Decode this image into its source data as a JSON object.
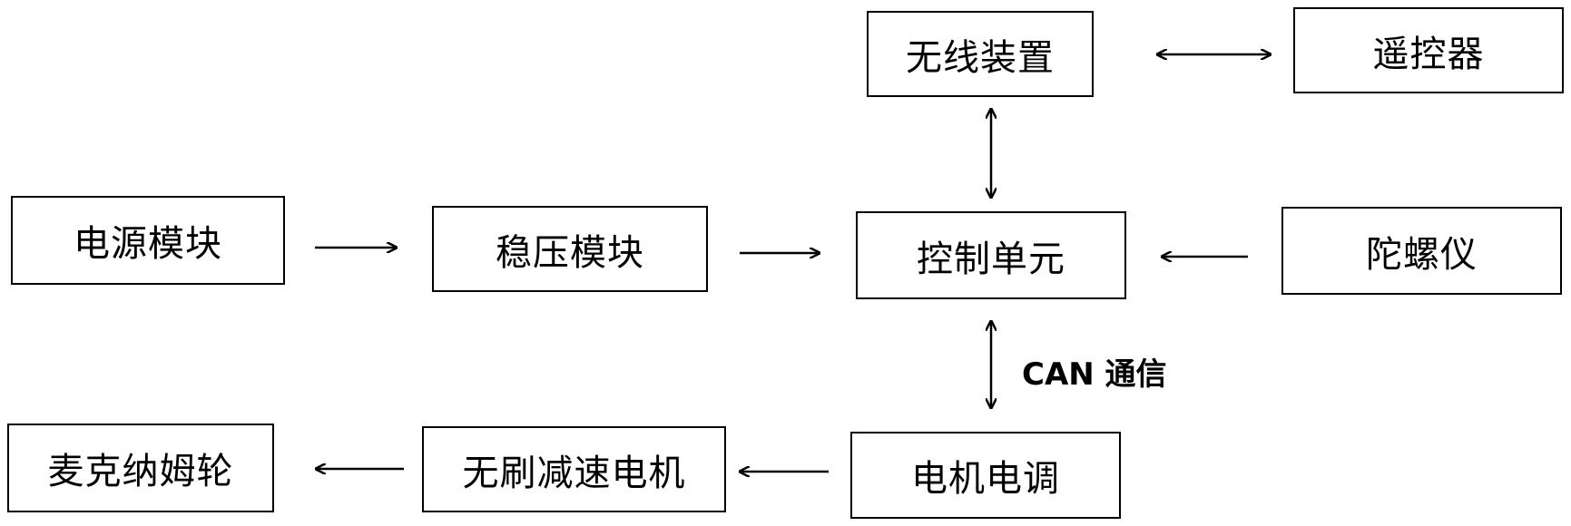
{
  "nodes": {
    "wireless": {
      "label": "无线装置"
    },
    "remote": {
      "label": "遥控器"
    },
    "power": {
      "label": "电源模块"
    },
    "regulator": {
      "label": "稳压模块"
    },
    "control": {
      "label": "控制单元"
    },
    "gyro": {
      "label": "陀螺仪"
    },
    "mecanum": {
      "label": "麦克纳姆轮"
    },
    "motor": {
      "label": "无刷减速电机"
    },
    "esc": {
      "label": "电机电调"
    }
  },
  "edges": {
    "wireless_remote": {
      "from": "无线装置",
      "to": "遥控器",
      "direction": "bidirectional"
    },
    "wireless_control": {
      "from": "无线装置",
      "to": "控制单元",
      "direction": "bidirectional"
    },
    "power_regulator": {
      "from": "电源模块",
      "to": "稳压模块",
      "direction": "forward"
    },
    "regulator_control": {
      "from": "稳压模块",
      "to": "控制单元",
      "direction": "forward"
    },
    "gyro_control": {
      "from": "陀螺仪",
      "to": "控制单元",
      "direction": "forward"
    },
    "control_esc": {
      "from": "控制单元",
      "to": "电机电调",
      "direction": "bidirectional",
      "label": "CAN 通信"
    },
    "esc_motor": {
      "from": "电机电调",
      "to": "无刷减速电机",
      "direction": "forward"
    },
    "motor_mecanum": {
      "from": "无刷减速电机",
      "to": "麦克纳姆轮",
      "direction": "forward"
    }
  }
}
